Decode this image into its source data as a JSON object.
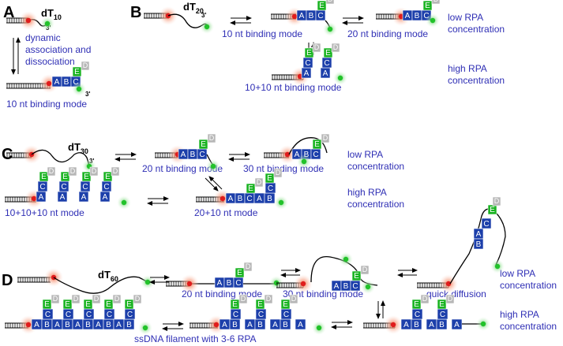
{
  "panels": {
    "A": {
      "letter": "A",
      "strand": "dT",
      "strand_sub": "10",
      "end_label": "3'",
      "text_dynamic": [
        "dynamic",
        "association and",
        "dissociation"
      ],
      "mode": "10 nt binding mode"
    },
    "B": {
      "letter": "B",
      "strand": "dT",
      "strand_sub": "20",
      "end_label": "3'",
      "mode_10": "10 nt binding mode",
      "mode_20": "20 nt binding mode",
      "mode_10_10": "10+10 nt binding mode",
      "low": [
        "low RPA",
        "concentration"
      ],
      "high": [
        "high RPA",
        "concentration"
      ]
    },
    "C": {
      "letter": "C",
      "strand": "dT",
      "strand_sub": "30",
      "end_label": "3'",
      "mode_20": "20 nt binding mode",
      "mode_30": "30 nt binding mode",
      "mode_10_10_10": "10+10+10 nt mode",
      "mode_20_10": "20+10 nt mode",
      "low": [
        "low RPA",
        "concentration"
      ],
      "high": [
        "high RPA",
        "concentration"
      ]
    },
    "D": {
      "letter": "D",
      "strand": "dT",
      "strand_sub": "60",
      "mode_20": "20 nt binding mode",
      "mode_30": "30 nt binding mode",
      "quick": "quick diffusion",
      "filament": "ssDNA filament with 3-6 RPA",
      "low": [
        "low RPA",
        "concentration"
      ],
      "high": [
        "high RPA",
        "concentration"
      ]
    }
  },
  "block_letters": {
    "A": "A",
    "B": "B",
    "C": "C",
    "D": "D",
    "E": "E"
  },
  "colors": {
    "domain_abc": "#1c3faa",
    "domain_e": "#19b321",
    "domain_d": "#b7b7b7",
    "cy3_glow": "#f7a488",
    "cy3_dot": "#e01c1c",
    "cy5_glow": "#9fe39f",
    "cy5_dot": "#22c22a",
    "label_text": "#2f2fb5"
  }
}
